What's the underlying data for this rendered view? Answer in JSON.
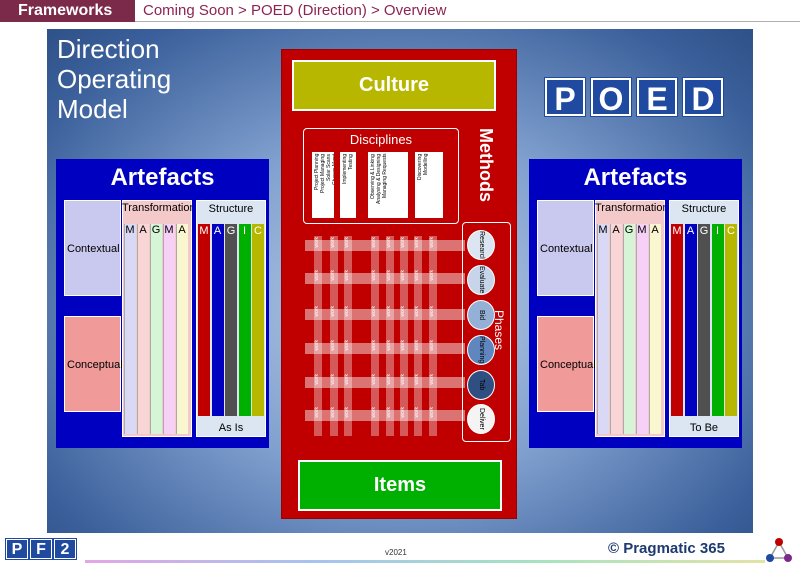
{
  "header": {
    "tab": "Frameworks",
    "breadcrumb": "Coming Soon > POED (Direction) > Overview"
  },
  "slide": {
    "title_lines": [
      "Direction",
      "Operating",
      "Model"
    ],
    "logo_letters": [
      "P",
      "O",
      "E",
      "D"
    ],
    "culture": "Culture",
    "items": "Items",
    "methods": "Methods",
    "disciplines": {
      "title": "Disciplines",
      "columns": [
        "Project Planning\nProject Managing\nSolar Scans\nChange Mgmt\nConfig Mgmt",
        "Implementing\nTesting",
        "Observing & Linking\nAnalysing & Designing\nManaging Requests",
        "Discovering\nModelling"
      ]
    },
    "work_label": "work",
    "phases": {
      "label": "Phases",
      "items": [
        "Research",
        "Evaluate",
        "Bid",
        "Planning",
        "Tab",
        "Deliver"
      ]
    },
    "left_panel": {
      "title": "Artefacts",
      "contextual": "Contextual",
      "conceptual": "Conceptual",
      "transformational": "Transformational",
      "magma": [
        "M",
        "A",
        "G",
        "M",
        "A"
      ],
      "structure": "Structure",
      "magic": [
        "M",
        "A",
        "G",
        "I",
        "C"
      ],
      "footer": "As Is"
    },
    "right_panel": {
      "title": "Artefacts",
      "contextual": "Contextual",
      "conceptual": "Conceptual",
      "transformational": "Transformational",
      "magma": [
        "M",
        "A",
        "G",
        "M",
        "A"
      ],
      "structure": "Structure",
      "magic": [
        "M",
        "A",
        "G",
        "I",
        "C"
      ],
      "footer": "To Be"
    },
    "colors": {
      "magma_strips": [
        "#d9d9f5",
        "#f9d5d5",
        "#d6f5d6",
        "#f7d0f7",
        "#f9f6d0"
      ],
      "magic_bars": [
        "#c00000",
        "#0000c0",
        "#505050",
        "#00b000",
        "#b7b700"
      ]
    }
  },
  "footer": {
    "logo_letters": [
      "P",
      "F",
      "2"
    ],
    "version": "v2021",
    "brand": "© Pragmatic 365"
  }
}
